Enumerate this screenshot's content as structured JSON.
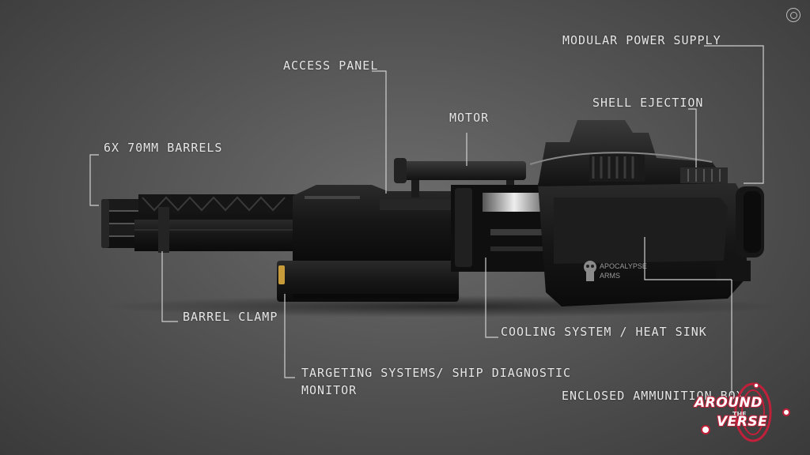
{
  "labels": {
    "modular_power_supply": "MODULAR POWER SUPPLY",
    "access_panel": "ACCESS PANEL",
    "shell_ejection": "SHELL EJECTION",
    "motor": "MOTOR",
    "barrels": "6X 70MM BARRELS",
    "barrel_clamp": "BARREL CLAMP",
    "cooling_system": "COOLING SYSTEM / HEAT SINK",
    "targeting_line1": "TARGETING SYSTEMS/ SHIP DIAGNOSTIC",
    "targeting_line2": "MONITOR",
    "ammo_box": "ENCLOSED AMMUNITION BOX"
  },
  "decal": {
    "line1": "APOCALYPSE",
    "line2": "ARMS"
  },
  "logo": {
    "line1": "AROUND",
    "line2": "THE",
    "line3": "VERSE"
  },
  "icons": {
    "corner": "star-citizen-emblem-icon",
    "decal": "skull-icon"
  },
  "colors": {
    "label_text": "#e6e6e6",
    "leader_line": "#cfcfcf",
    "logo_red": "#c0203a"
  }
}
